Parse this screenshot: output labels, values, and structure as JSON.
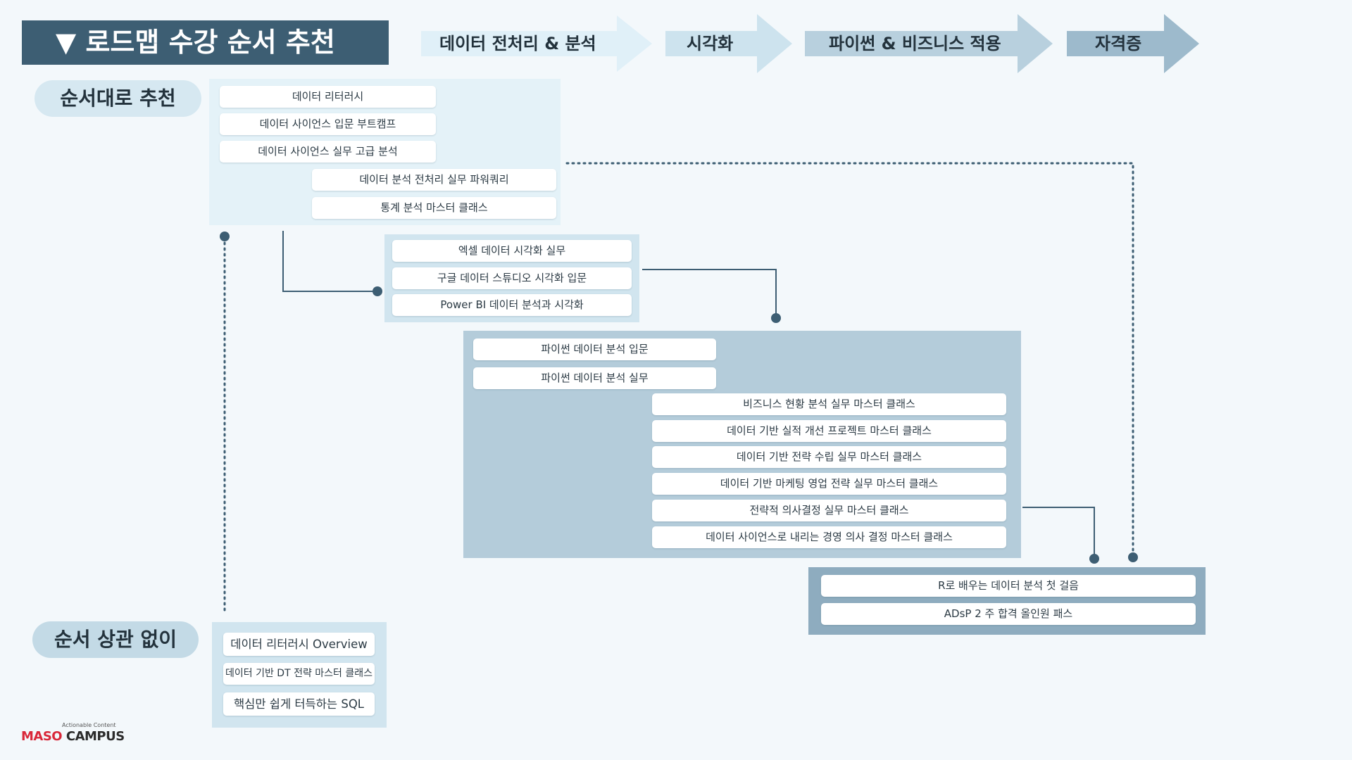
{
  "title": "▼ 로드맵 수강 순서 추천",
  "phases": [
    {
      "label": "데이터 전처리 & 분석",
      "color": "#e0f0f8"
    },
    {
      "label": "시각화",
      "color": "#cde3ee"
    },
    {
      "label": "파이썬 & 비즈니스 적용",
      "color": "#b8d0de"
    },
    {
      "label": "자격증",
      "color": "#9dbacc"
    }
  ],
  "categories": {
    "ordered": "순서대로 추천",
    "unordered": "순서 상관 없이"
  },
  "groups": {
    "preprocess": [
      "데이터 리터러시",
      "데이터 사이언스 입문 부트캠프",
      "데이터 사이언스 실무 고급 분석",
      "데이터 분석 전처리 실무 파워쿼리",
      "통계 분석 마스터 클래스"
    ],
    "visualization": [
      "엑셀 데이터 시각화 실무",
      "구글 데이터 스튜디오 시각화 입문",
      "Power BI 데이터 분석과 시각화"
    ],
    "python_business": [
      "파이썬 데이터 분석 입문",
      "파이썬 데이터 분석 실무",
      "비즈니스 현황 분석 실무 마스터 클래스",
      "데이터 기반 실적 개선 프로젝트 마스터 클래스",
      "데이터 기반 전략 수립 실무 마스터 클래스",
      "데이터 기반 마케팅 영업 전략 실무 마스터 클래스",
      "전략적 의사결정 실무 마스터 클래스",
      "데이터 사이언스로 내리는 경영 의사 결정 마스터 클래스"
    ],
    "certificate": [
      "R로 배우는 데이터 분석 첫 걸음",
      "ADsP 2 주 합격 올인원 패스"
    ],
    "unordered": [
      "데이터 리터러시 Overview",
      "데이터 기반 DT 전략 마스터 클래스",
      "핵심만 쉽게 터득하는 SQL"
    ]
  },
  "logo": {
    "tagline": "Actionable Content",
    "brand_a": "MASO",
    "brand_b": " CAMPUS"
  },
  "colors": {
    "connector": "#3d5e73",
    "title_bg": "#3d5e73"
  }
}
